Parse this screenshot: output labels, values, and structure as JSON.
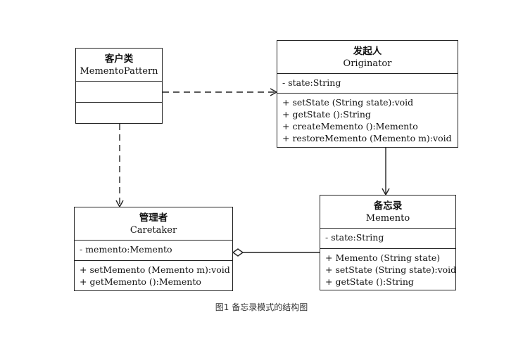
{
  "client": {
    "name_cn": "客户类",
    "name_en": "MementoPattern"
  },
  "originator": {
    "name_cn": "发起人",
    "name_en": "Originator",
    "attributes": [
      "- state:String"
    ],
    "methods": [
      "+ setState (String state):void",
      "+ getState ():String",
      "+ createMemento ():Memento",
      "+ restoreMemento (Memento m):void"
    ]
  },
  "caretaker": {
    "name_cn": "管理者",
    "name_en": "Caretaker",
    "attributes": [
      "- memento:Memento"
    ],
    "methods": [
      "+ setMemento (Memento m):void",
      "+ getMemento ():Memento"
    ]
  },
  "memento": {
    "name_cn": "备忘录",
    "name_en": "Memento",
    "attributes": [
      "- state:String"
    ],
    "methods": [
      "+ Memento (String state)",
      "+ setState (String state):void",
      "+ getState ():String"
    ]
  },
  "caption": "图1 备忘录模式的结构图"
}
